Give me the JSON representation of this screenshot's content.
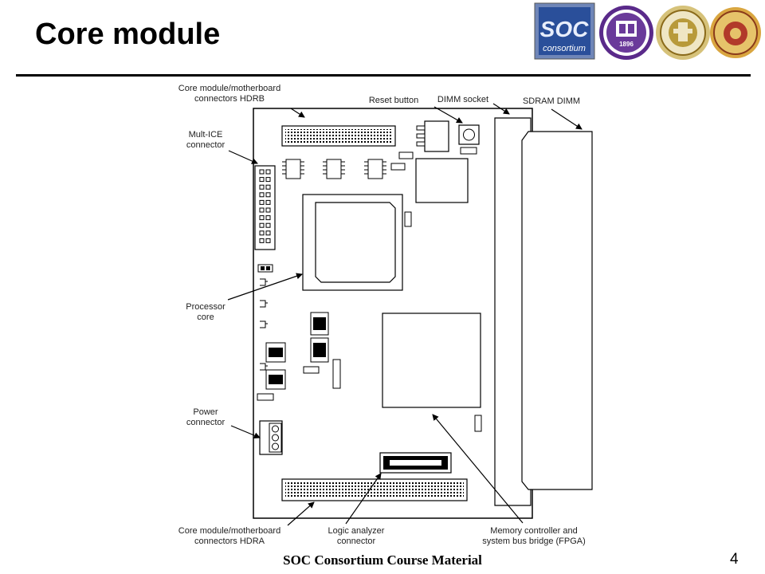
{
  "slide": {
    "title": "Core module",
    "footer": "SOC Consortium Course Material",
    "page_number": "4"
  },
  "logos": [
    {
      "name": "soc-consortium-logo",
      "text_lines": [
        "SOC",
        "consortium"
      ]
    },
    {
      "name": "university-seal-purple",
      "text": "1896"
    },
    {
      "name": "university-seal-gold"
    },
    {
      "name": "university-seal-red"
    }
  ],
  "diagram": {
    "labels": {
      "hdrb": [
        "Core module/motherboard",
        "connectors HDRB"
      ],
      "mult_ice": [
        "Mult-ICE",
        "connector"
      ],
      "reset": [
        "Reset button"
      ],
      "dimm_socket": [
        "DIMM socket"
      ],
      "sdram": [
        "SDRAM DIMM"
      ],
      "processor": [
        "Processor",
        "core"
      ],
      "power": [
        "Power",
        "connector"
      ],
      "hdra": [
        "Core module/motherboard",
        "connectors HDRA"
      ],
      "logic_analyzer": [
        "Logic analyzer",
        "connector"
      ],
      "memory_controller": [
        "Memory controller and",
        "system bus bridge (FPGA)"
      ]
    },
    "colors": {
      "stroke": "#000000",
      "board": "#ffffff",
      "label_text": "#222222",
      "soc_logo_blue": "#2a4f9a",
      "purple_seal": "#5a2a8a",
      "gold_seal": "#b89a3a",
      "red_seal": "#b23a2a"
    }
  }
}
